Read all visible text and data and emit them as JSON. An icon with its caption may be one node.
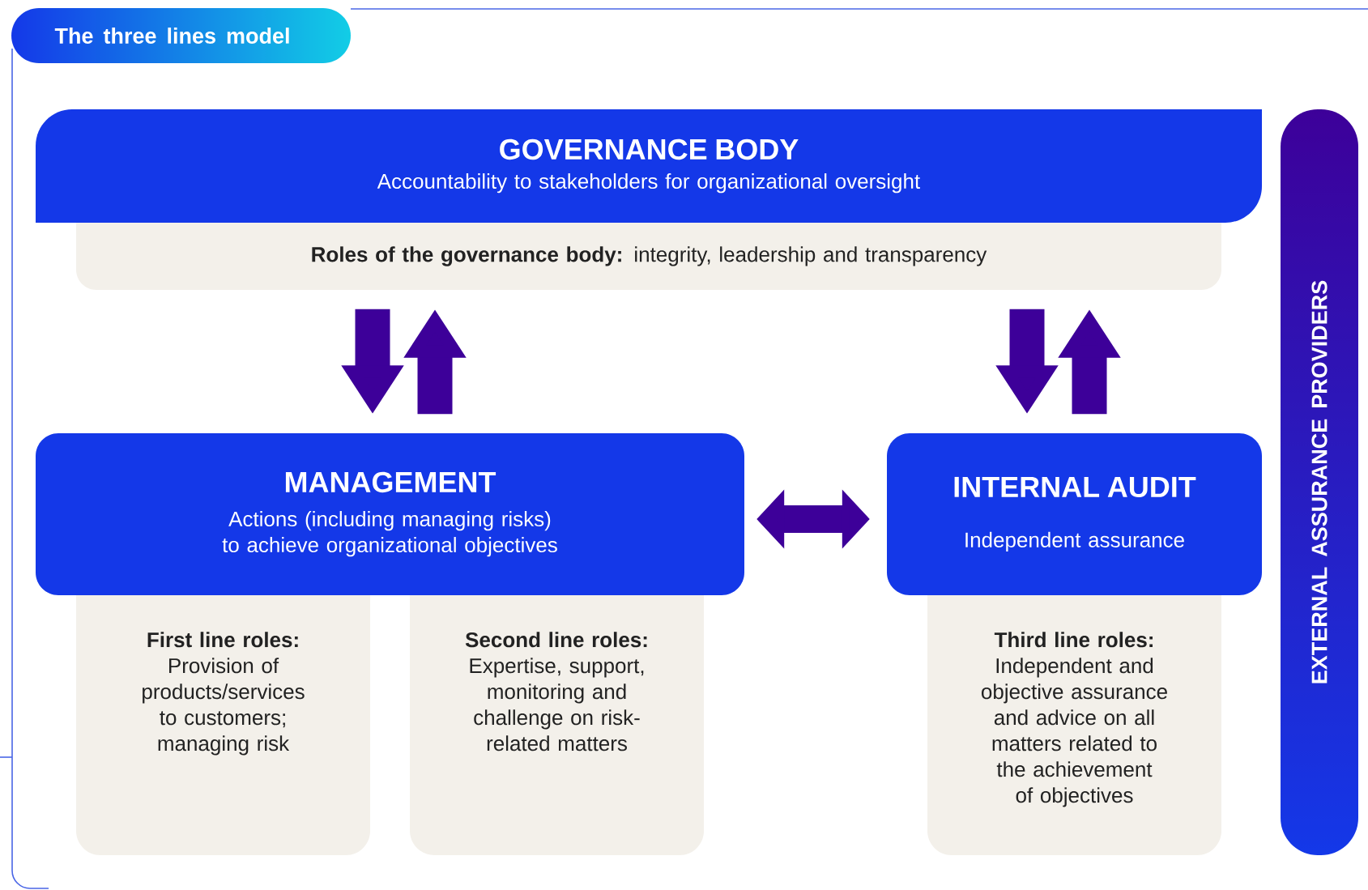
{
  "diagram": {
    "title": "The three lines model",
    "nodes": [
      {
        "text": [
          "GOVERNANCE BODY",
          "Accountability to stakeholders for organizational oversight"
        ]
      },
      {
        "text": [
          "**Roles of the governance body:** integrity, leadership and transparency"
        ]
      },
      {
        "text": [
          "MANAGEMENT",
          "Actions (including managing risks) to achieve organizational objectives"
        ]
      },
      {
        "text": [
          "First line roles:",
          "Provision of products/services to customers; managing risk"
        ]
      },
      {
        "text": [
          "Second line roles:",
          "Expertise, support, monitoring and challenge on risk-related matters"
        ]
      },
      {
        "text": [
          "INTERNAL AUDIT",
          "Independent assurance"
        ]
      },
      {
        "text": [
          "Third line roles:",
          "Independent and objective assurance and advice on all matters related to the achievement of objectives"
        ]
      },
      {
        "text": [
          "EXTERNAL ASSURANCE PROVIDERS"
        ]
      }
    ],
    "edges": [
      {
        "from": 1,
        "to": 2,
        "arrow": "to"
      },
      {
        "from": 2,
        "to": 1,
        "arrow": "to"
      },
      {
        "from": 1,
        "to": 5,
        "arrow": "to"
      },
      {
        "from": 5,
        "to": 1,
        "arrow": "to"
      },
      {
        "from": 2,
        "to": 5,
        "arrow": "both"
      }
    ]
  }
}
